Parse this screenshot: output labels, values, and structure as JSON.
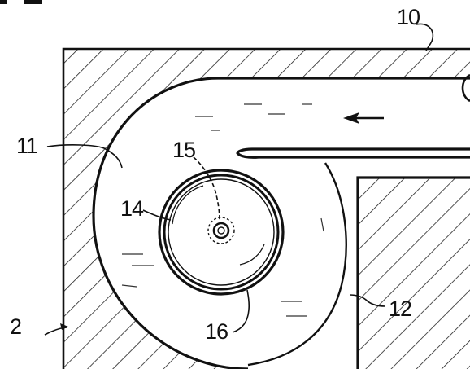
{
  "figure": {
    "labels": {
      "l10": "10",
      "l11": "11",
      "l12": "12",
      "l14": "14",
      "l15": "15",
      "l16": "16",
      "l2": "2"
    },
    "colors": {
      "ink": "#111111",
      "paper": "#ffffff"
    }
  }
}
